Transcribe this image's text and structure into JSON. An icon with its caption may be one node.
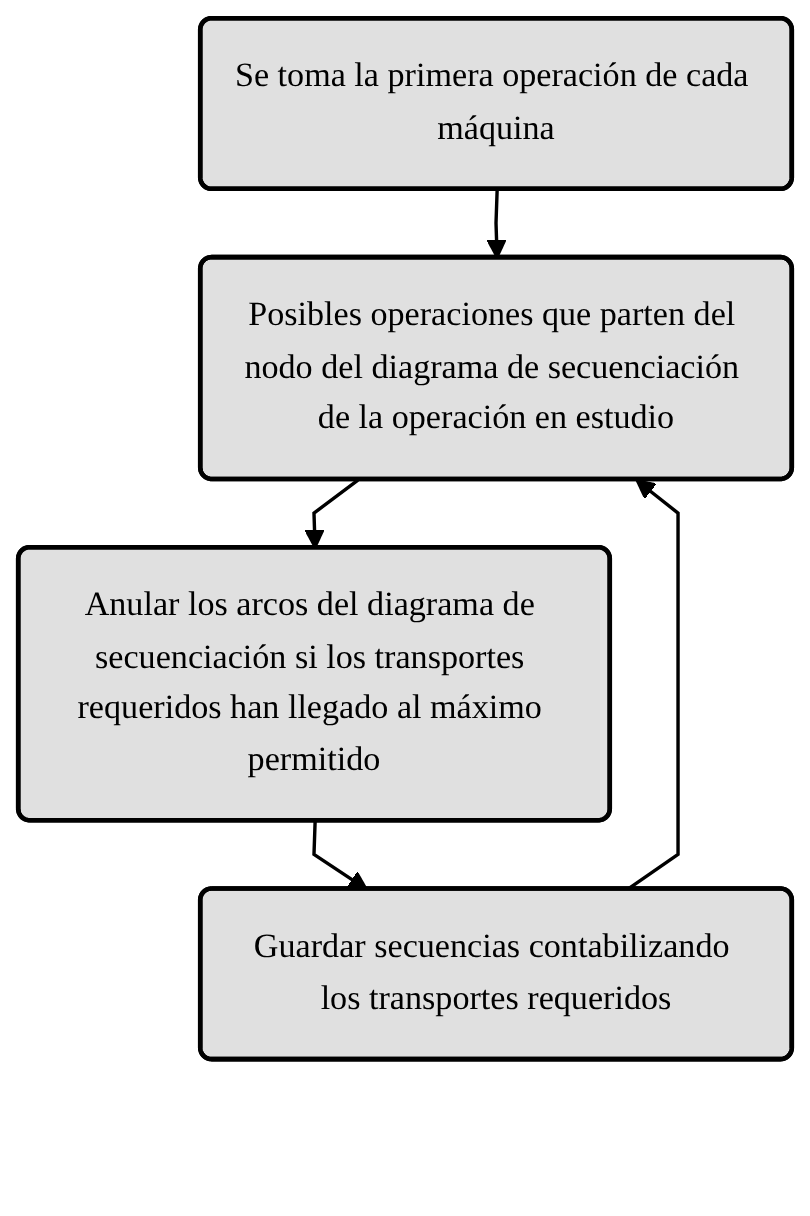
{
  "diagram": {
    "nodes": [
      {
        "text": [
          "Se toma la primera operación de cada máquina"
        ]
      },
      {
        "text": [
          "Posibles operaciones que parten del nodo del diagrama de secuenciación de la operación en estudio"
        ]
      },
      {
        "text": [
          "Anular los arcos del diagrama de secuenciación si los transportes requeridos han llegado al máximo permitido"
        ]
      },
      {
        "text": [
          "Guardar secuencias contabilizando los transportes requeridos"
        ]
      }
    ],
    "edges": [
      {
        "from": 0,
        "to": 1,
        "arrow": "to"
      },
      {
        "from": 1,
        "to": 2,
        "arrow": "to"
      },
      {
        "from": 2,
        "to": 3,
        "arrow": "to"
      },
      {
        "from": 3,
        "to": 1,
        "arrow": "to"
      }
    ]
  }
}
